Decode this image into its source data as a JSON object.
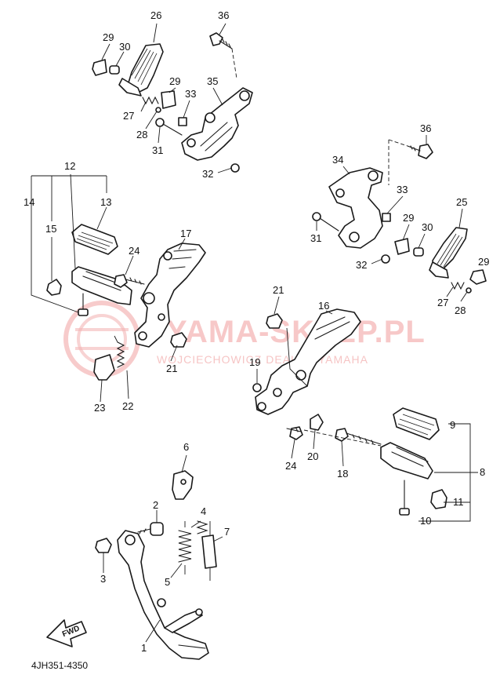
{
  "diagram": {
    "code": "4JH351-4350",
    "fwd_label": "FWD",
    "watermark": {
      "main": "YAMA-SKLEP.PL",
      "sub": "WOJCIECHOWICZ DEALER YAMAHA"
    },
    "callouts": [
      "1",
      "2",
      "3",
      "4",
      "5",
      "6",
      "7",
      "8",
      "9",
      "10",
      "11",
      "12",
      "13",
      "14",
      "15",
      "16",
      "17",
      "18",
      "19",
      "20",
      "21",
      "22",
      "23",
      "24",
      "25",
      "26",
      "27",
      "28",
      "29",
      "30",
      "31",
      "32",
      "33",
      "34",
      "35",
      "36"
    ],
    "duplicate_labels": {
      "n21b": "21",
      "n24b": "24",
      "n27b": "27",
      "n28b": "28",
      "n29b": "29",
      "n29c": "29",
      "n31b": "31",
      "n32b": "32",
      "n33b": "33",
      "n36b": "36"
    }
  }
}
